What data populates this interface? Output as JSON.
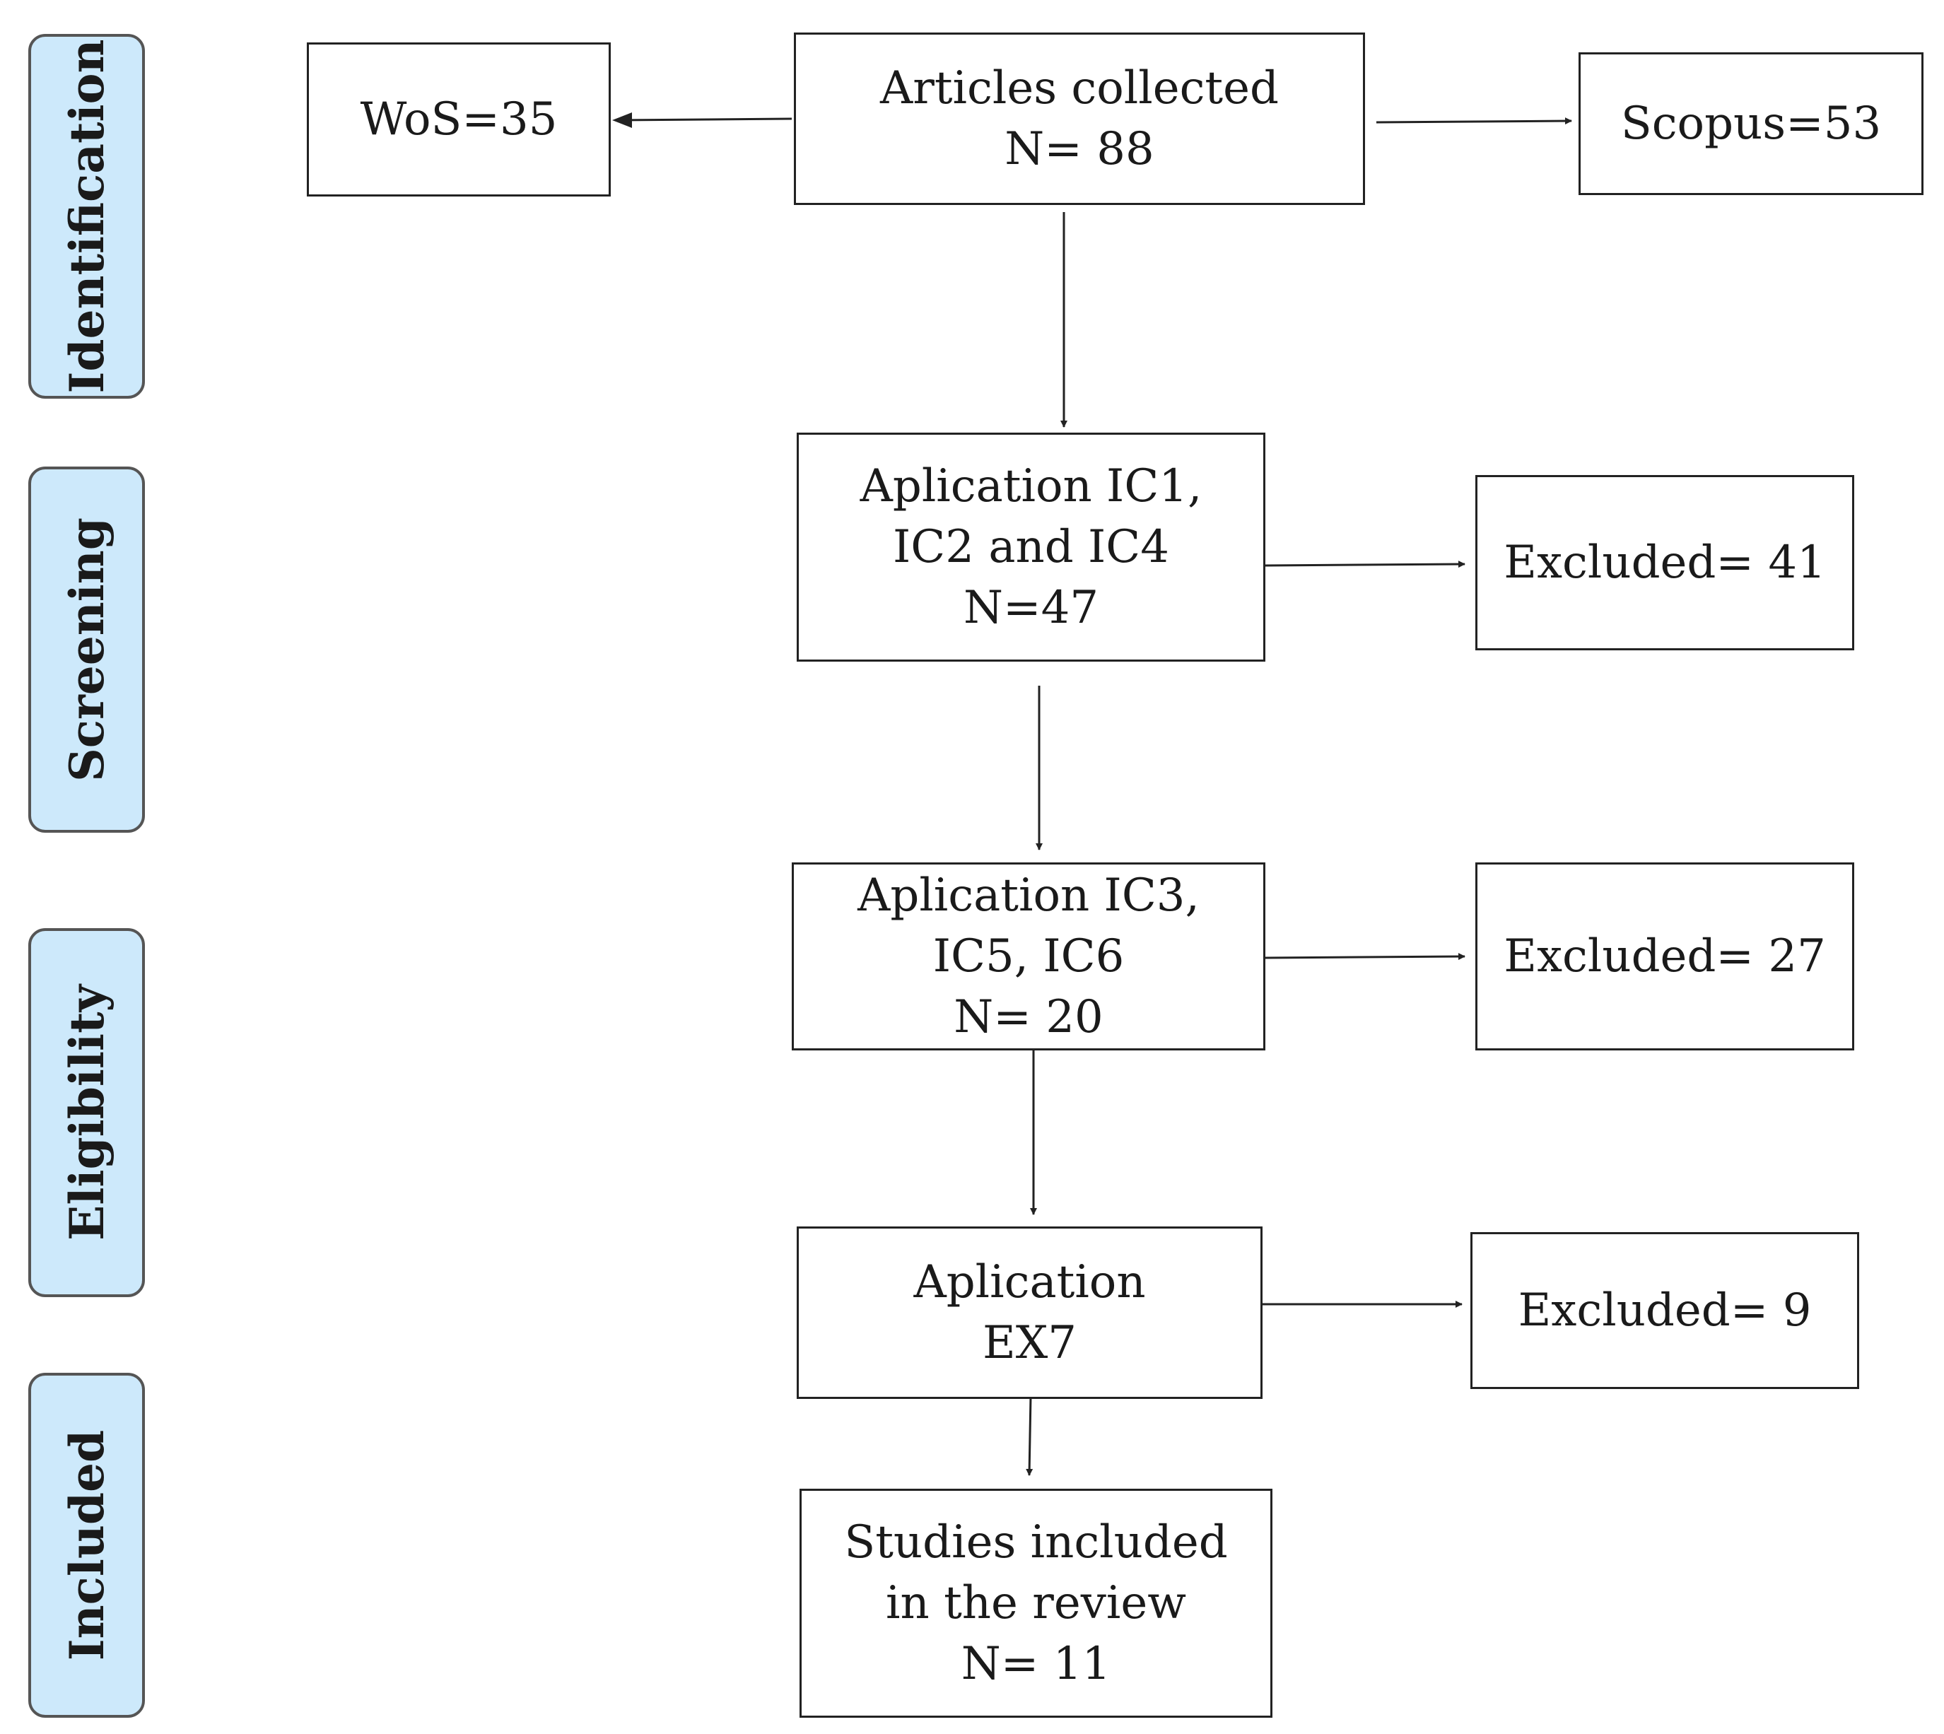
{
  "phases": {
    "identification": "Identification",
    "screening": "Screening",
    "eligibility": "Eligibility",
    "included": "Included"
  },
  "boxes": {
    "articles_collected": {
      "line1": "Articles collected",
      "line2": "N= 88"
    },
    "wos": {
      "label": "WoS=35"
    },
    "scopus": {
      "label": "Scopus=53"
    },
    "screening_step": {
      "line1": "Aplication IC1,",
      "line2": "IC2 and IC4",
      "line3": "N=47"
    },
    "excluded_screening": {
      "label": "Excluded= 41"
    },
    "eligibility_step": {
      "line1": "Aplication IC3,",
      "line2": "IC5, IC6",
      "line3": "N= 20"
    },
    "excluded_eligibility": {
      "label": "Excluded= 27"
    },
    "ex7_step": {
      "line1": "Aplication",
      "line2": "EX7"
    },
    "excluded_ex7": {
      "label": "Excluded= 9"
    },
    "included_studies": {
      "line1": "Studies included",
      "line2": "in the review",
      "line3": "N= 11"
    }
  },
  "colors": {
    "phase_fill": "#cde9fb",
    "border": "#222222"
  }
}
